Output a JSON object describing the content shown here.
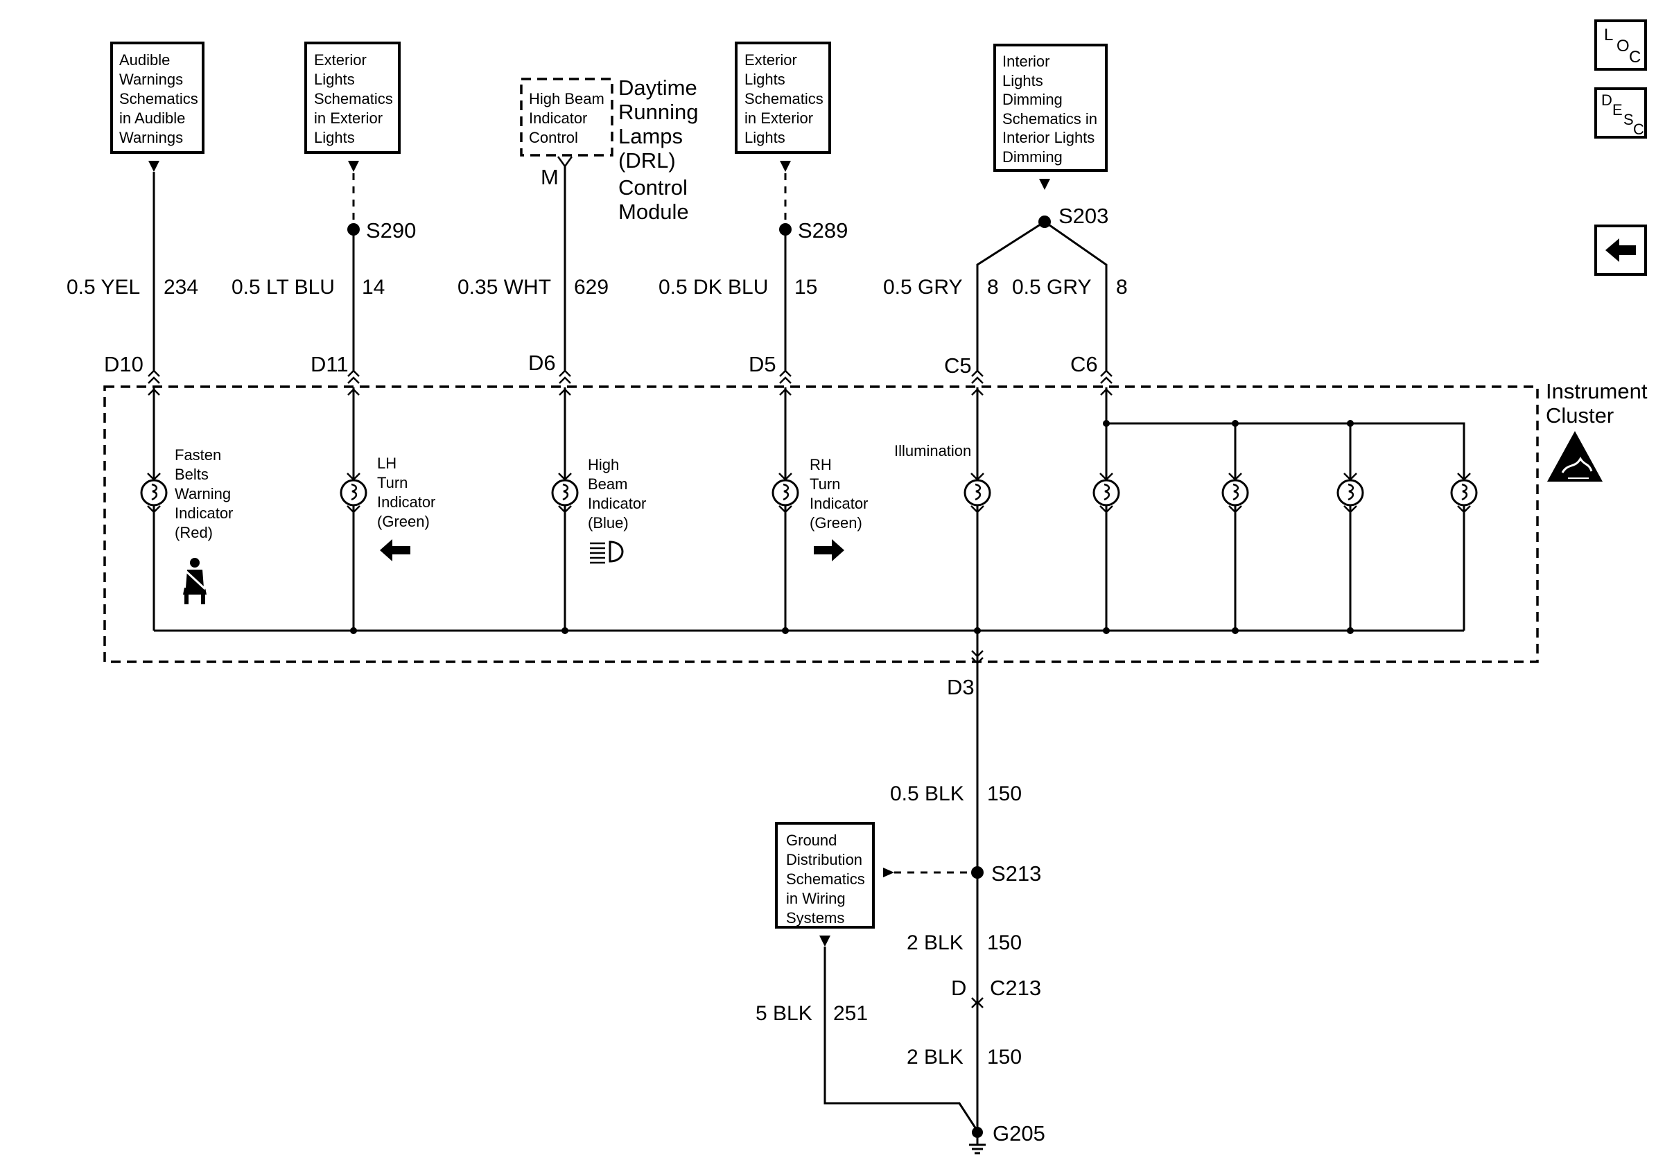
{
  "title_blocks": {
    "audible": [
      "Audible",
      "Warnings",
      "Schematics",
      "in Audible",
      "Warnings"
    ],
    "ext_lights_left": [
      "Exterior",
      "Lights",
      "Schematics",
      "in Exterior",
      "Lights"
    ],
    "high_beam_ctrl": [
      "High Beam",
      "Indicator",
      "Control"
    ],
    "drl_module": [
      "Daytime",
      "Running",
      "Lamps",
      "(DRL)",
      "Control",
      "Module"
    ],
    "ext_lights_right": [
      "Exterior",
      "Lights",
      "Schematics",
      "in Exterior",
      "Lights"
    ],
    "interior_dimming": [
      "Interior",
      "Lights",
      "Dimming",
      "Schematics in",
      "Interior Lights",
      "Dimming"
    ],
    "ground_dist": [
      "Ground",
      "Distribution",
      "Schematics",
      "in Wiring",
      "Systems"
    ]
  },
  "pins": {
    "drl_pin": "M",
    "d10": "D10",
    "d11": "D11",
    "d6": "D6",
    "d5": "D5",
    "c5": "C5",
    "c6": "C6",
    "d3": "D3",
    "c213_pin": "D"
  },
  "splices": {
    "s290": "S290",
    "s289": "S289",
    "s203": "S203",
    "s213": "S213"
  },
  "connectors": {
    "c213": "C213"
  },
  "ground": {
    "g205": "G205"
  },
  "wires": {
    "w234": {
      "size_color": "0.5 YEL",
      "circuit": "234"
    },
    "w14": {
      "size_color": "0.5 LT BLU",
      "circuit": "14"
    },
    "w629": {
      "size_color": "0.35 WHT",
      "circuit": "629"
    },
    "w15": {
      "size_color": "0.5 DK BLU",
      "circuit": "15"
    },
    "w8a": {
      "size_color": "0.5 GRY",
      "circuit": "8"
    },
    "w8b": {
      "size_color": "0.5 GRY",
      "circuit": "8"
    },
    "w150a": {
      "size_color": "0.5 BLK",
      "circuit": "150"
    },
    "w150b": {
      "size_color": "2 BLK",
      "circuit": "150"
    },
    "w150c": {
      "size_color": "2 BLK",
      "circuit": "150"
    },
    "w251": {
      "size_color": "5 BLK",
      "circuit": "251"
    }
  },
  "cluster": {
    "name_lines": [
      "Instrument",
      "Cluster"
    ]
  },
  "indicators": {
    "fasten_belts": [
      "Fasten",
      "Belts",
      "Warning",
      "Indicator",
      "(Red)"
    ],
    "lh_turn": [
      "LH",
      "Turn",
      "Indicator",
      "(Green)"
    ],
    "high_beam": [
      "High",
      "Beam",
      "Indicator",
      "(Blue)"
    ],
    "rh_turn": [
      "RH",
      "Turn",
      "Indicator",
      "(Green)"
    ],
    "illumination": "Illumination"
  },
  "nav": {
    "loc": {
      "l": "L",
      "o": "O",
      "c": "C"
    },
    "desc": {
      "d": "D",
      "e": "E",
      "s": "S",
      "c": "C"
    }
  },
  "icons": [
    "seatbelt-icon",
    "arrow-left-icon",
    "high-beam-icon",
    "arrow-right-icon",
    "esd-warning-icon",
    "back-arrow-icon",
    "ground-symbol-icon",
    "bulb-icon"
  ]
}
